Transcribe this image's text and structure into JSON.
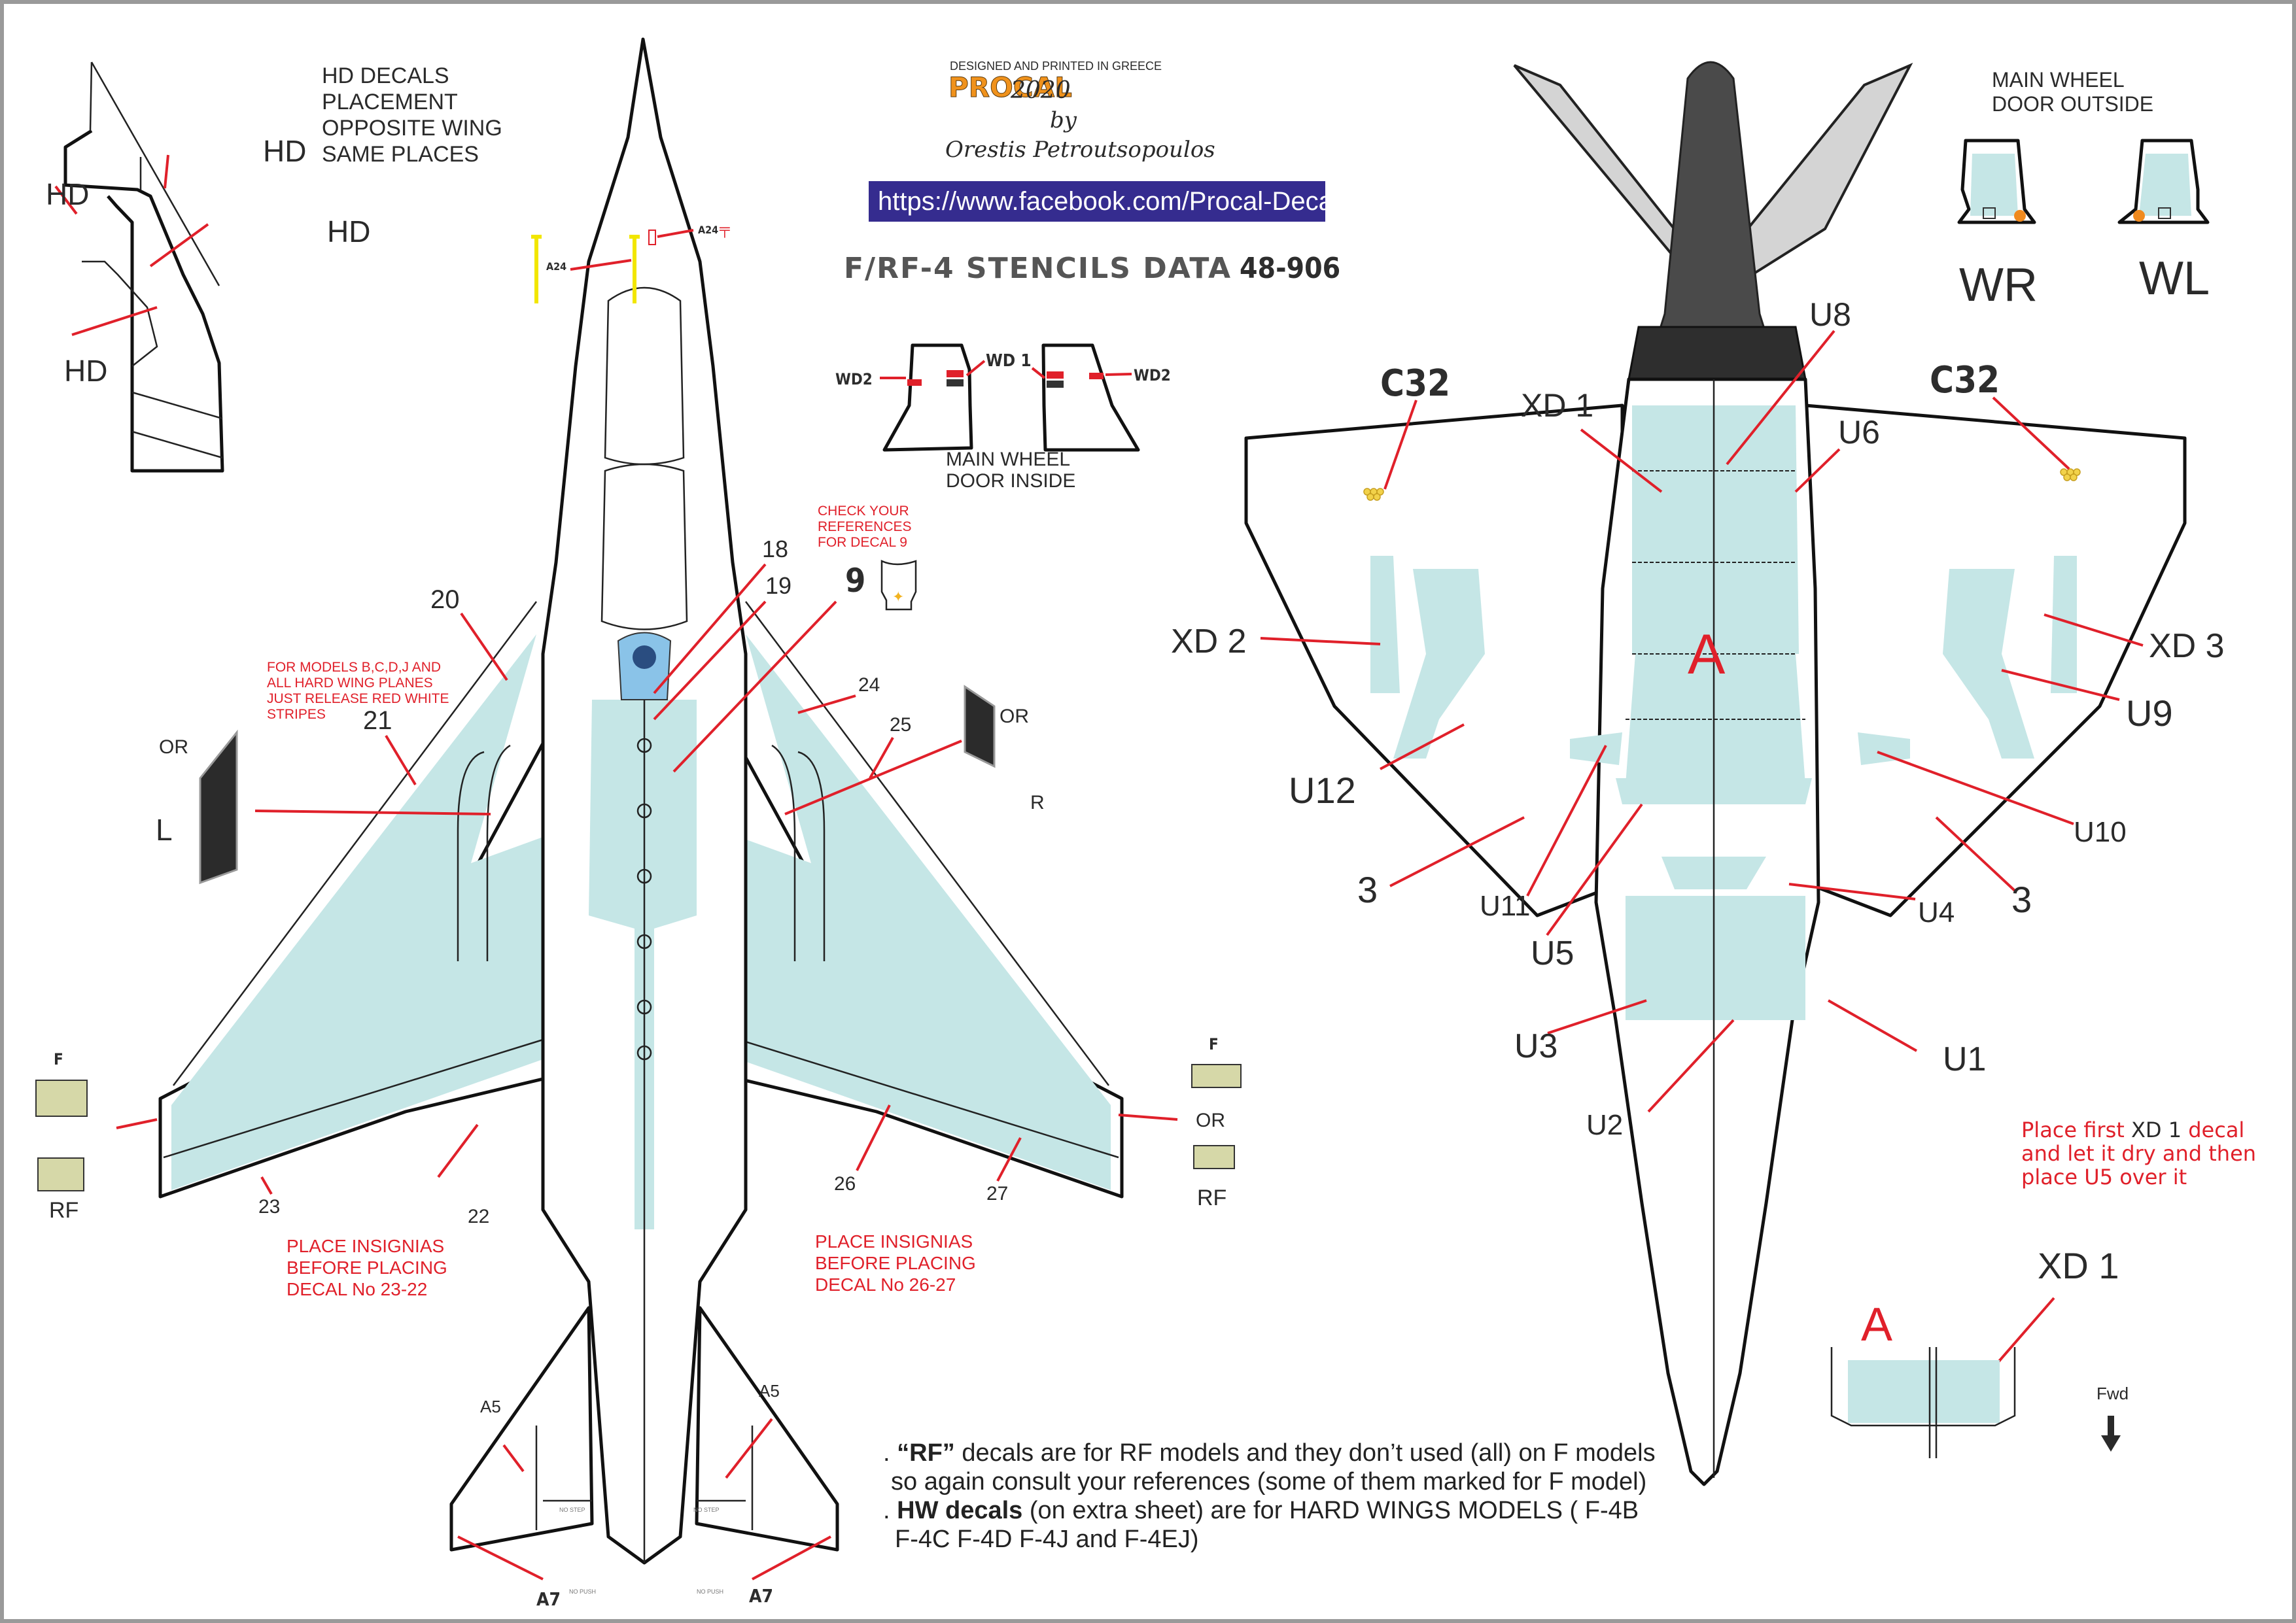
{
  "header": {
    "designed_line": "DESIGNED AND PRINTED IN GREECE",
    "brand": "PROCAL",
    "year": "2020",
    "by": "by",
    "author": "Orestis Petroutsopoulos",
    "facebook_url": "https://www.facebook.com/Procal-Decals",
    "sheet_title": "F/RF-4   STENCILS DATA",
    "sheet_code": "48-906",
    "brand_color": "#f0921c",
    "banner_color": "#352c8f"
  },
  "hd_section": {
    "title_lines": [
      "HD DECALS",
      "PLACEMENT",
      "OPPOSITE WING",
      "SAME PLACES"
    ],
    "labels": [
      "HD",
      "HD",
      "HD",
      "HD"
    ]
  },
  "wheel_door_inside": {
    "title_lines": [
      "MAIN WHEEL",
      "DOOR INSIDE"
    ],
    "labels": [
      "WD2",
      "WD 1",
      "WD2"
    ]
  },
  "wheel_door_outside": {
    "title_lines": [
      "MAIN WHEEL",
      "DOOR OUTSIDE"
    ],
    "labels": [
      "WR",
      "WL"
    ]
  },
  "decal9": {
    "note_lines": [
      "CHECK YOUR",
      "REFERENCES",
      "FOR DECAL 9"
    ],
    "label": "9"
  },
  "top_view": {
    "labels": {
      "a24_left": "A24",
      "a24_right": "A24",
      "n18": "18",
      "n19": "19",
      "n20": "20",
      "n21": "21",
      "n22": "22",
      "n23": "23",
      "n24": "24",
      "n25": "25",
      "n26": "26",
      "n27": "27",
      "a5_left": "A5",
      "a5_right": "A5",
      "a7_left": "A7",
      "a7_right": "A7",
      "no_step": "NO STEP",
      "no_push": "NO PUSH"
    },
    "hard_wing_note": [
      "FOR MODELS B,C,D,J AND",
      "ALL HARD WING PLANES",
      "JUST RELEASE RED WHITE",
      "STRIPES"
    ],
    "left_panel": {
      "or": "OR",
      "side": "L"
    },
    "right_panel": {
      "or": "OR",
      "side": "R"
    },
    "left_tip": {
      "f": "F",
      "rf": "RF"
    },
    "right_tip": {
      "f": "F",
      "or": "OR",
      "rf": "RF"
    },
    "insignia_note_left": [
      "PLACE INSIGNIAS",
      "BEFORE PLACING",
      "DECAL No 23-22"
    ],
    "insignia_note_right": [
      "PLACE INSIGNIAS",
      "BEFORE PLACING",
      "DECAL No 26-27"
    ]
  },
  "bottom_view": {
    "labels": {
      "c32_left": "C32",
      "c32_right": "C32",
      "xd1": "XD 1",
      "u8": "U8",
      "u6": "U6",
      "xd2": "XD 2",
      "xd3": "XD 3",
      "a": "A",
      "u9": "U9",
      "u12": "U12",
      "u10": "U10",
      "three_left": "3",
      "three_right": "3",
      "u11": "U11",
      "u4": "U4",
      "u5": "U5",
      "u3": "U3",
      "u1": "U1",
      "u2": "U2"
    }
  },
  "xd1_detail": {
    "note_parts": [
      "Place first ",
      "XD 1",
      " decal and let it dry and then place U5 over it"
    ],
    "label_xd1": "XD 1",
    "label_a": "A",
    "fwd": "Fwd"
  },
  "notes": {
    "line1_prefix": ". ",
    "line1_bold": "“RF”",
    "line1_rest": " decals are for RF models and they don’t used (all) on F models",
    "line2": "so again consult your references (some of them marked for F model)",
    "line3_prefix": ". ",
    "line3_bold": "HW decals",
    "line3_rest": " (on extra sheet) are for HARD WINGS MODELS ( F-4B",
    "line4": "F-4C F-4D F-4J and F-4EJ)"
  },
  "colors": {
    "stencil_area": "#c5e6e6",
    "leader_red": "#e0202a",
    "fin_dark": "#4a4a4a",
    "fin_light": "#d4d4d4",
    "walkway_black": "#2b2b2b",
    "warning_yellow": "#f2e600"
  }
}
